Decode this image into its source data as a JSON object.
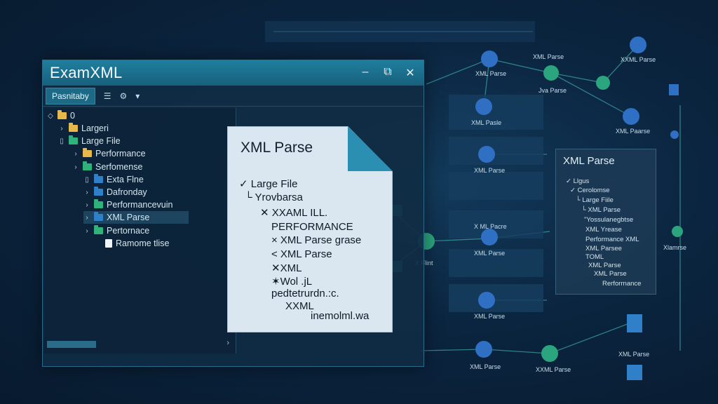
{
  "app": {
    "title": "ExamXML",
    "controls": {
      "minimize": "–",
      "maximize": "⧉",
      "close": "✕"
    }
  },
  "toolbar": {
    "tab_label": "Pasnitaby",
    "icons": [
      "list-icon",
      "settings-icon",
      "dropdown-caret-icon"
    ],
    "glyphs": {
      "list": "☰",
      "settings": "⚙",
      "caret": "▾"
    }
  },
  "tree": [
    {
      "label": "0",
      "caret": "◇",
      "folder_color": "#e6b94a"
    },
    {
      "label": "Largeri",
      "caret": "›",
      "folder_color": "#e6b94a"
    },
    {
      "label": "Large File",
      "caret": "▯",
      "folder_color": "#2fb37a"
    },
    {
      "label": "Performance",
      "caret": "›",
      "folder_color": "#e6b94a"
    },
    {
      "label": "Serfomense",
      "caret": "›",
      "folder_color": "#2fb37a"
    },
    {
      "label": "Exta Flne",
      "caret": "▯",
      "folder_color": "#2f7fc9"
    },
    {
      "label": "Dafronday",
      "caret": "›",
      "folder_color": "#2f7fc9"
    },
    {
      "label": "Performancevuin",
      "caret": "›",
      "folder_color": "#2fb37a"
    },
    {
      "label": "XML Parse",
      "caret": "›",
      "folder_color": "#2f7fc9",
      "selected": true
    },
    {
      "label": "Pertornace",
      "caret": "›",
      "folder_color": "#2fb37a"
    },
    {
      "label": "Ramome tlise",
      "caret": "",
      "file": true
    }
  ],
  "document": {
    "title": "XML Parse",
    "lines": [
      "✓ Large File",
      "└ Yrovbarsa",
      "✕ XXAML ILL.",
      "PERFORMANCE",
      "× XML Parse grase",
      "< XML Parse",
      "✕XML",
      "✶Wol .jL",
      "pedtetrurdn.:c.",
      "XXML",
      "inemolml.wa"
    ]
  },
  "graph_labels": [
    "XML Parse",
    "Jva Parse",
    "XXML Parse",
    "XML Pasle",
    "XML Paarse",
    "XML Parse",
    "X ML Pacre",
    "XML Parse",
    "X Flint",
    "XML Parse",
    "XML Parse",
    "XXML Parse",
    "XML Parse",
    "XML Parse",
    "Xlamrse"
  ],
  "right_panel": {
    "title": "XML Parse",
    "lines": [
      "✓ Llgus",
      "✓ Cerolomse",
      "└ Large Fiile",
      "└ XML Parse",
      "\"Yossulanegbtse",
      "XML Yrease",
      "Performance XML",
      "XML Parsee",
      "TOML",
      "XML Parse",
      "XML Parse",
      "Rerforrnance"
    ]
  },
  "colors": {
    "background": "#0b2540",
    "titlebar": "#1f7f9e",
    "node_blue": "#2f6fc4",
    "node_green": "#2aa57d",
    "edge": "#3aa0a0"
  }
}
